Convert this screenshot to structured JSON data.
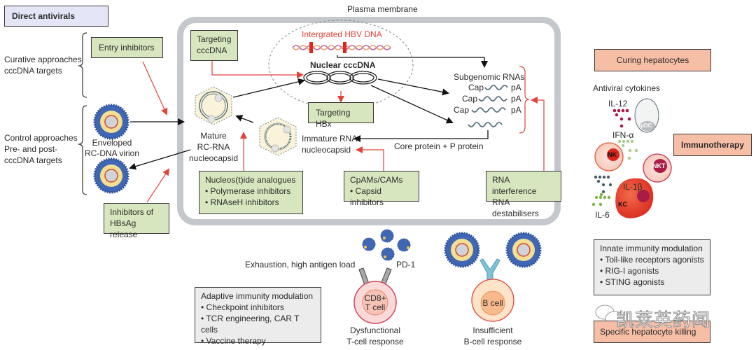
{
  "left": {
    "header": "Direct antivirals",
    "curative_label_1": "Curative approaches",
    "curative_label_2": "cccDNA targets",
    "control_label_1": "Control approaches",
    "control_label_2": "Pre- and post-",
    "control_label_3": "cccDNA targets",
    "entry_inhibitors": "Entry inhibitors",
    "virion_label_1": "Enveloped",
    "virion_label_2": "RC-DNA virion",
    "hbsag_1": "Inhibitors of",
    "hbsag_2": "HBsAg release"
  },
  "cell": {
    "membrane_label": "Plasma membrane",
    "targeting_cccdna_1": "Targeting",
    "targeting_cccdna_2": "cccDNA",
    "integrated_dna": "Intergrated HBV DNA",
    "nuclear_cccdna": "Nuclear cccDNA",
    "targeting_hbx": "Targeting HBx",
    "mature_1": "Mature",
    "mature_2": "RC-RNA",
    "mature_3": "nucleocapsid",
    "immature_1": "Immature RNA",
    "immature_2": "nucleocapsid",
    "subgenomic": "Subgenomic RNAs",
    "cap": "Cap",
    "pa": "pA",
    "core_protein": "Core protein + P protein",
    "nuc_title": "Nucleos(t)ide analogues",
    "nuc_b1": "• Polymerase inhibitors",
    "nuc_b2": "• RNAseH inhibitors",
    "cpam_title": "CpAMs/CAMs",
    "cpam_b1": "• Capsid inhibitors",
    "rnai_1": "RNA interference",
    "rnai_2": "RNA destabilisers"
  },
  "right": {
    "curing": "Curing hepatocytes",
    "antiviral_cytokines": "Antiviral cytokines",
    "il12": "IL-12",
    "pdc": "pDC",
    "ifn": "IFN-α",
    "nk": "NK",
    "nkt": "NKT",
    "il1b": "IL-1β",
    "kc": "KC",
    "il6": "IL-6",
    "immunotherapy": "Immunotherapy",
    "innate_title": "Innate immunity modulation",
    "innate_b1": "• Toll-like receptors agonists",
    "innate_b2": "• RIG-I agonists",
    "innate_b3": "• STING agonists",
    "specific_killing": "Specific hepatocyte killing",
    "watermark": "凯莱英药闻"
  },
  "bottom": {
    "exhaustion": "Exhaustion, high antigen load",
    "pd1": "PD-1",
    "cd8_1": "CD8+",
    "cd8_2": "T cell",
    "dysfunctional_1": "Dysfunctional",
    "dysfunctional_2": "T-cell response",
    "adaptive_title": "Adaptive immunity modulation",
    "adaptive_b1": "• Checkpoint inhibitors",
    "adaptive_b2": "• TCR engineering, CAR T cells",
    "adaptive_b3": "• Vaccine therapy",
    "bcell": "B cell",
    "insufficient_1": "Insufficient",
    "insufficient_2": "B-cell response"
  },
  "colors": {
    "green_box": "#d8e6bf",
    "salmon_box": "#f7bea6",
    "grey_box": "#ececec",
    "header_box": "#e4e6f7",
    "red_arrow": "#e0433a",
    "membrane": "#c4c7cc"
  }
}
